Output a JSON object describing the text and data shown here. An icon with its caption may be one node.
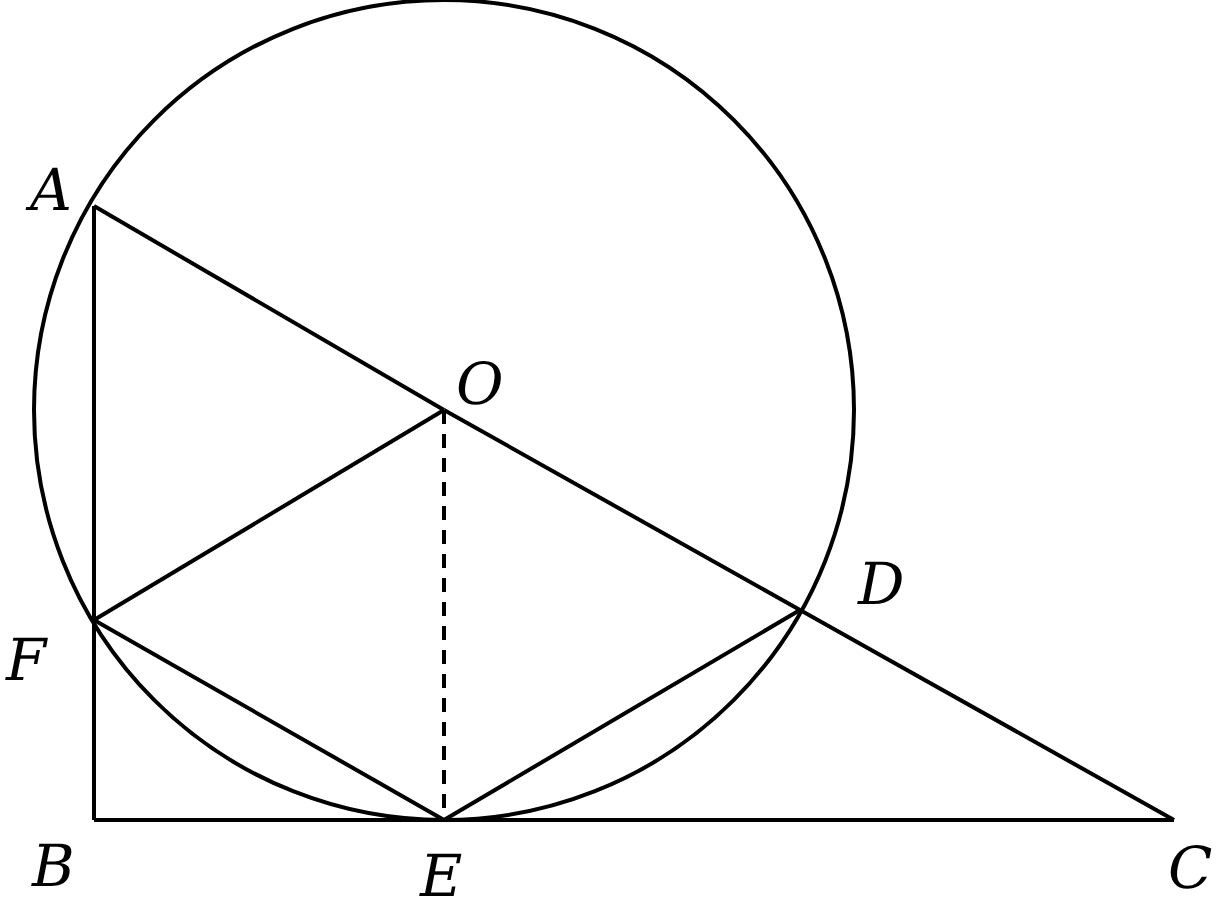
{
  "diagram": {
    "nodes": [
      {
        "text": [
          "A"
        ]
      },
      {
        "text": [
          "O"
        ]
      },
      {
        "text": [
          "D"
        ]
      },
      {
        "text": [
          "F"
        ]
      },
      {
        "text": [
          "B"
        ]
      },
      {
        "text": [
          "E"
        ]
      },
      {
        "text": [
          "C"
        ]
      }
    ],
    "edges": [
      {
        "from": 0,
        "to": 1,
        "arrow": "none"
      },
      {
        "from": 1,
        "to": 2,
        "arrow": "none"
      },
      {
        "from": 2,
        "to": 6,
        "arrow": "none"
      },
      {
        "from": 0,
        "to": 3,
        "arrow": "none"
      },
      {
        "from": 3,
        "to": 4,
        "arrow": "none"
      },
      {
        "from": 4,
        "to": 5,
        "arrow": "none"
      },
      {
        "from": 5,
        "to": 6,
        "arrow": "none"
      },
      {
        "from": 3,
        "to": 1,
        "arrow": "none"
      },
      {
        "from": 3,
        "to": 5,
        "arrow": "none"
      },
      {
        "from": 1,
        "to": 5,
        "arrow": "none",
        "style": "dashed"
      },
      {
        "from": 5,
        "to": 2,
        "arrow": "none"
      }
    ]
  }
}
